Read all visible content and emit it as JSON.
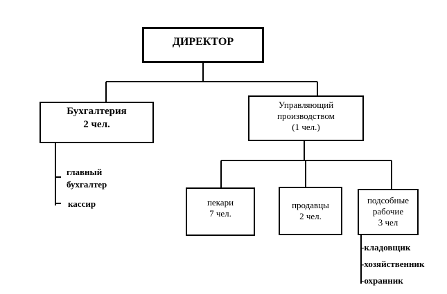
{
  "director": "ДИРЕКТОР",
  "accounting": {
    "line1": "Бухгалтерия",
    "line2": "2 чел."
  },
  "accounting_staff": {
    "chief_line1": "главный",
    "chief_line2": "бухгалтер",
    "cashier": "кассир"
  },
  "production_manager": {
    "line1": "Управляющий",
    "line2": "производством",
    "line3": "(1 чел.)"
  },
  "bakers": {
    "line1": "пекари",
    "line2": "7 чел."
  },
  "sellers": {
    "line1": "продавцы",
    "line2": "2 чел."
  },
  "auxiliary": {
    "line1": "подсобные",
    "line2": "рабочие",
    "line3": "3 чел"
  },
  "auxiliary_staff": [
    "-кладовщик",
    "-хозяйственник",
    "-охранник"
  ]
}
